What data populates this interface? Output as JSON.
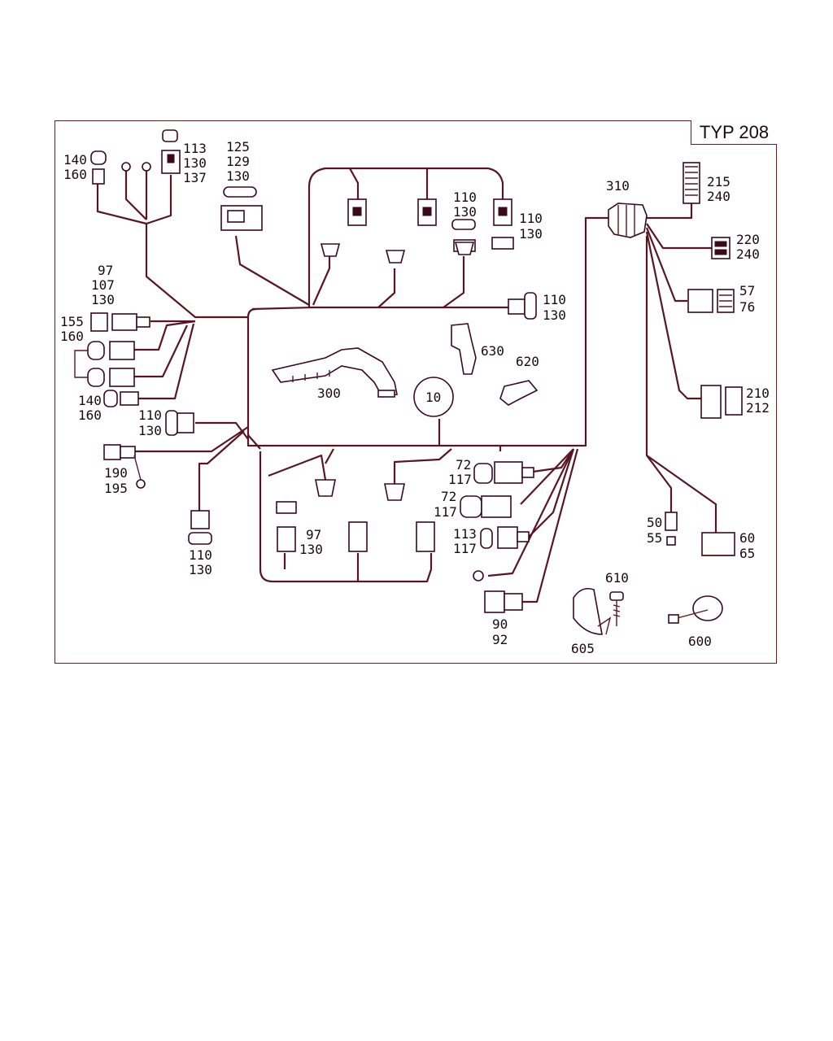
{
  "title_badge": "TYP 208",
  "labels": {
    "l140_160_a": [
      "140",
      "160"
    ],
    "l113_130_137": [
      "113",
      "130",
      "137"
    ],
    "l125_129_130": [
      "125",
      "129",
      "130"
    ],
    "l110_130_top": [
      "110",
      "130"
    ],
    "l110_130_topright": [
      "110",
      "130"
    ],
    "l310": "310",
    "l215_240": [
      "215",
      "240"
    ],
    "l220_240": [
      "220",
      "240"
    ],
    "l57_76": [
      "57",
      "76"
    ],
    "l97_107_130": [
      "97",
      "107",
      "130"
    ],
    "l155_160": [
      "155",
      "160"
    ],
    "l110_130_mid": [
      "110",
      "130"
    ],
    "l630": "630",
    "l620": "620",
    "l300": "300",
    "l10": "10",
    "l140_160_b": [
      "140",
      "160"
    ],
    "l110_130_left": [
      "110",
      "130"
    ],
    "l210_212": [
      "210",
      "212"
    ],
    "l190_195": [
      "190",
      "195"
    ],
    "l72_117_a": [
      "72",
      "117"
    ],
    "l72_117_b": [
      "72",
      "117"
    ],
    "l97_130": [
      "97",
      "130"
    ],
    "l113_117": [
      "113",
      "117"
    ],
    "l110_130_bottom": [
      "110",
      "130"
    ],
    "l50_55": [
      "50",
      "55"
    ],
    "l60_65": [
      "60",
      "65"
    ],
    "l610": "610",
    "l90_92": [
      "90",
      "92"
    ],
    "l605": "605",
    "l600": "600"
  }
}
